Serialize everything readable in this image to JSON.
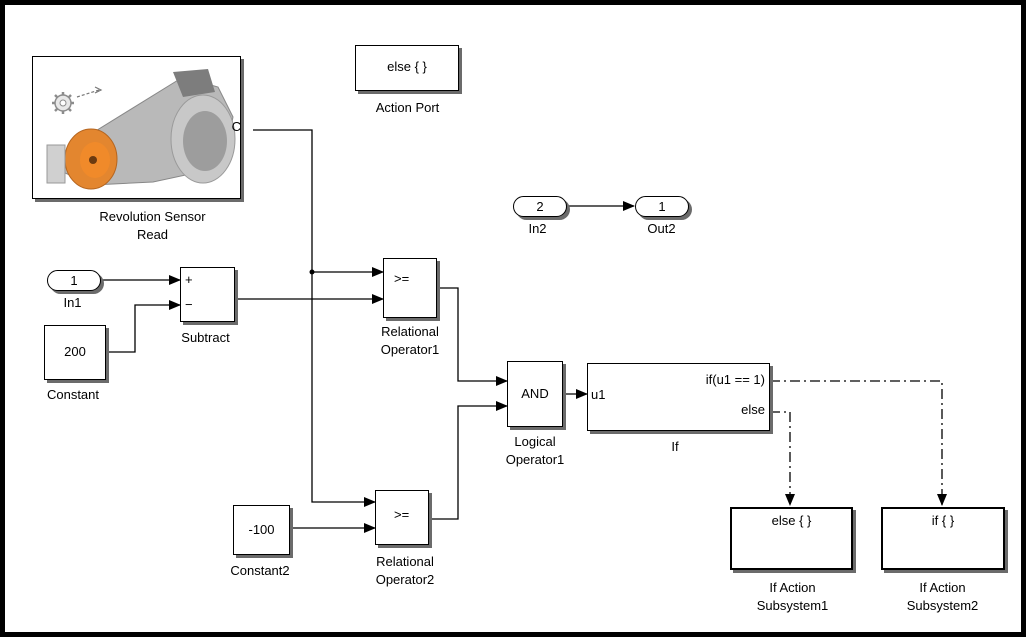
{
  "blocks": {
    "action_port": {
      "text": "else { }",
      "label": "Action Port"
    },
    "revolution_sensor": {
      "port": "C",
      "label_line1": "Revolution Sensor",
      "label_line2": "Read"
    },
    "in2": {
      "value": "2",
      "label": "In2"
    },
    "out2": {
      "value": "1",
      "label": "Out2"
    },
    "in1": {
      "value": "1",
      "label": "In1"
    },
    "subtract": {
      "plus": "+",
      "minus": "−",
      "label": "Subtract"
    },
    "constant": {
      "value": "200",
      "label": "Constant"
    },
    "relational1": {
      "op": ">=",
      "label_line1": "Relational",
      "label_line2": "Operator1"
    },
    "relational2": {
      "op": ">=",
      "label_line1": "Relational",
      "label_line2": "Operator2"
    },
    "constant2": {
      "value": "-100",
      "label": "Constant2"
    },
    "logical": {
      "op": "AND",
      "label_line1": "Logical",
      "label_line2": "Operator1"
    },
    "if_block": {
      "input": "u1",
      "out_if": "if(u1 == 1)",
      "out_else": "else",
      "label": "If"
    },
    "if_action1": {
      "text": "else { }",
      "label_line1": "If Action",
      "label_line2": "Subsystem1"
    },
    "if_action2": {
      "text": "if { }",
      "label_line1": "If Action",
      "label_line2": "Subsystem2"
    }
  }
}
